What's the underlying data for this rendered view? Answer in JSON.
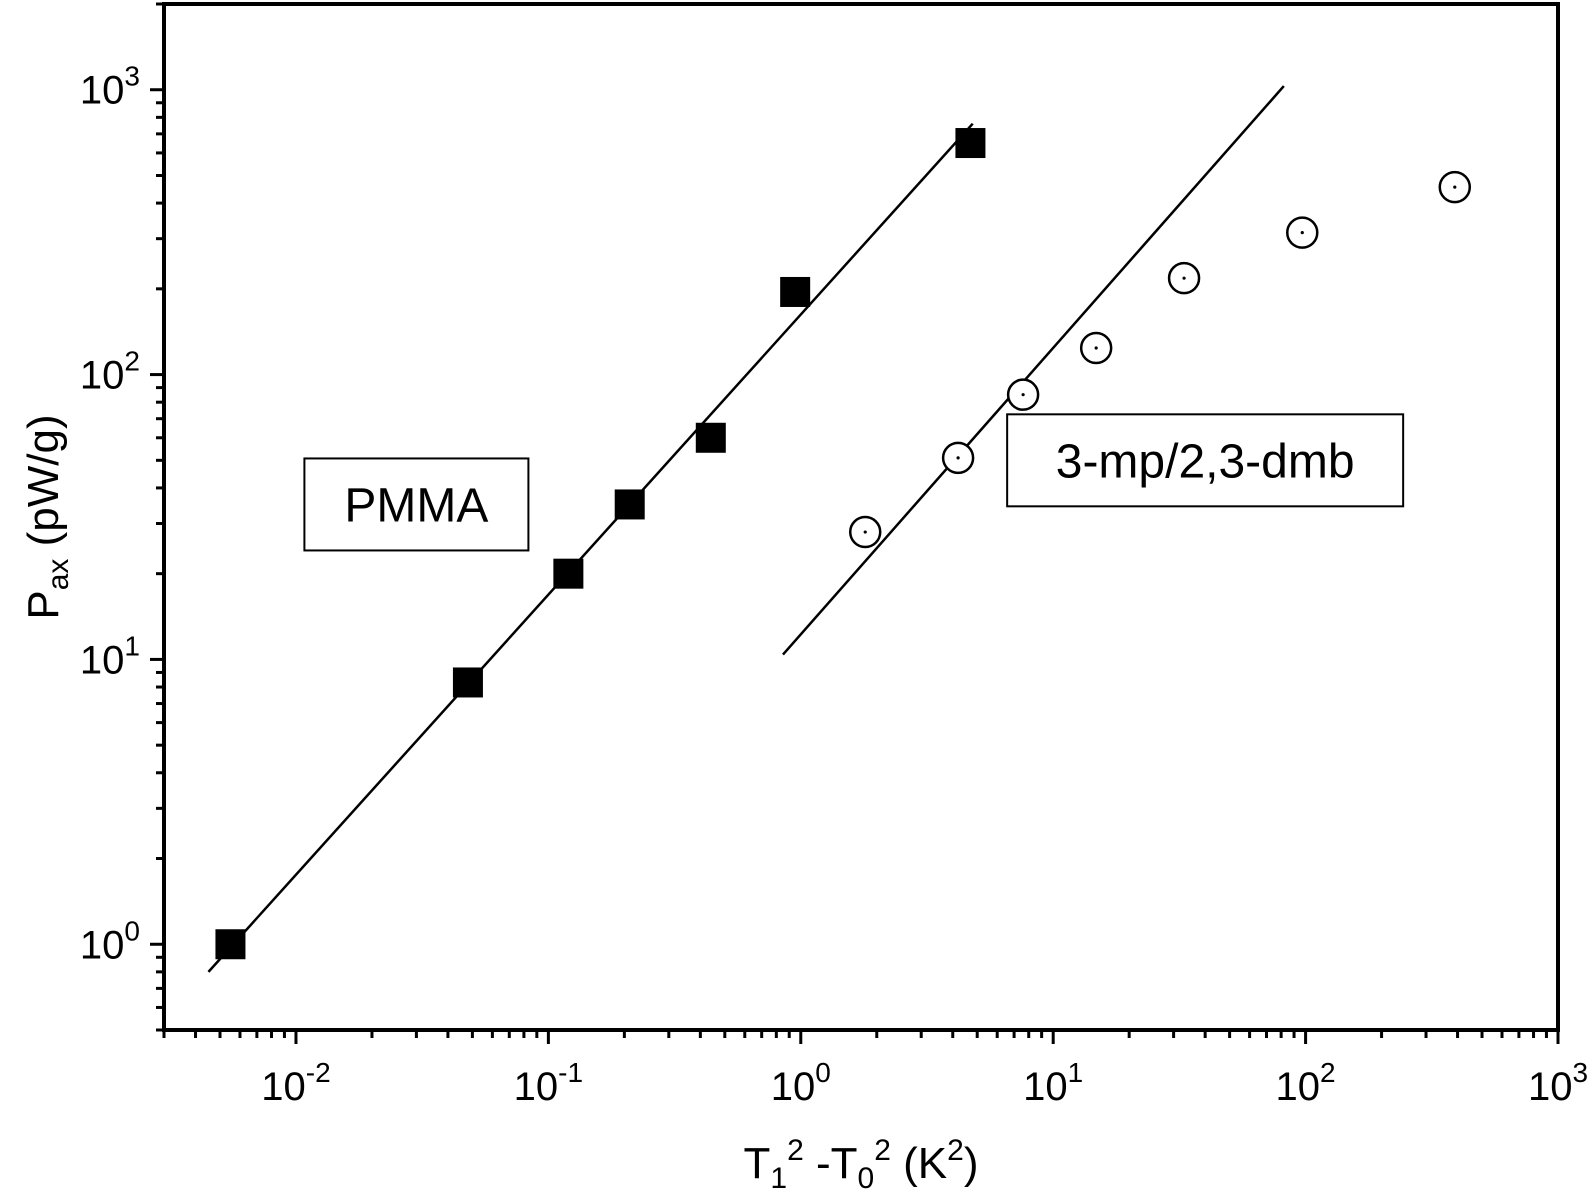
{
  "chart_data": {
    "type": "scatter",
    "title": "",
    "x_scale": "log",
    "y_scale": "log",
    "xlim": [
      0.003,
      1000
    ],
    "ylim": [
      0.5,
      2000
    ],
    "xlabel": {
      "parts": [
        {
          "text": "T",
          "shift": "base"
        },
        {
          "text": "1",
          "shift": "sub"
        },
        {
          "text": "2",
          "shift": "sup"
        },
        {
          "text": " -T",
          "shift": "base"
        },
        {
          "text": "0",
          "shift": "sub"
        },
        {
          "text": "2",
          "shift": "sup"
        },
        {
          "text": "  (K",
          "shift": "base"
        },
        {
          "text": "2",
          "shift": "sup"
        },
        {
          "text": ")",
          "shift": "base"
        }
      ]
    },
    "ylabel": {
      "parts": [
        {
          "text": "P",
          "shift": "base"
        },
        {
          "text": "ax",
          "shift": "sub"
        },
        {
          "text": "  (pW/g)",
          "shift": "base"
        }
      ]
    },
    "x_ticks": [
      {
        "value": 0.01,
        "base": "10",
        "exp": "-2"
      },
      {
        "value": 0.1,
        "base": "10",
        "exp": "-1"
      },
      {
        "value": 1,
        "base": "10",
        "exp": "0"
      },
      {
        "value": 10,
        "base": "10",
        "exp": "1"
      },
      {
        "value": 100,
        "base": "10",
        "exp": "2"
      },
      {
        "value": 1000,
        "base": "10",
        "exp": "3"
      }
    ],
    "y_ticks": [
      {
        "value": 1,
        "base": "10",
        "exp": "0"
      },
      {
        "value": 10,
        "base": "10",
        "exp": "1"
      },
      {
        "value": 100,
        "base": "10",
        "exp": "2"
      },
      {
        "value": 1000,
        "base": "10",
        "exp": "3"
      }
    ],
    "series": [
      {
        "name": "PMMA",
        "marker": "filled-square",
        "color": "#000000",
        "points": [
          {
            "x": 0.0055,
            "y": 1.0
          },
          {
            "x": 0.048,
            "y": 8.3
          },
          {
            "x": 0.12,
            "y": 20
          },
          {
            "x": 0.21,
            "y": 35
          },
          {
            "x": 0.44,
            "y": 60
          },
          {
            "x": 0.95,
            "y": 195
          },
          {
            "x": 4.7,
            "y": 650
          }
        ],
        "fit_line": [
          [
            0.0045,
            0.8
          ],
          [
            4.8,
            760
          ]
        ]
      },
      {
        "name": "3-mp/2,3-dmb",
        "marker": "dotted-circle",
        "color": "#000000",
        "points": [
          {
            "x": 1.8,
            "y": 28
          },
          {
            "x": 4.2,
            "y": 51
          },
          {
            "x": 7.6,
            "y": 85
          },
          {
            "x": 14.8,
            "y": 124
          },
          {
            "x": 33,
            "y": 218
          },
          {
            "x": 97,
            "y": 315
          },
          {
            "x": 390,
            "y": 455
          }
        ],
        "fit_line": [
          [
            0.85,
            10.4
          ],
          [
            82,
            1030
          ]
        ]
      }
    ],
    "labels": [
      {
        "text": "PMMA",
        "anchor_x": 0.03,
        "anchor_y": 35
      },
      {
        "text": "3-mp/2,3-dmb",
        "anchor_x": 40,
        "anchor_y": 50
      }
    ]
  }
}
